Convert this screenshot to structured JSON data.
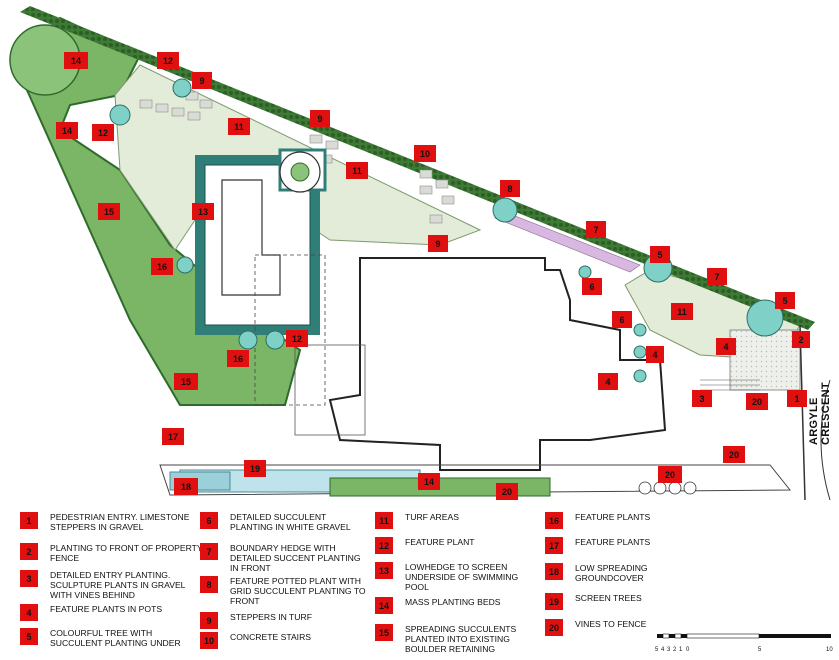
{
  "street": {
    "name": "ARGYLE CRESCENT"
  },
  "markers": [
    {
      "num": "14"
    },
    {
      "num": "12"
    },
    {
      "num": "9"
    },
    {
      "num": "14"
    },
    {
      "num": "12"
    },
    {
      "num": "11"
    },
    {
      "num": "9"
    },
    {
      "num": "10"
    },
    {
      "num": "11"
    },
    {
      "num": "8"
    },
    {
      "num": "15"
    },
    {
      "num": "13"
    },
    {
      "num": "7"
    },
    {
      "num": "9"
    },
    {
      "num": "5"
    },
    {
      "num": "16"
    },
    {
      "num": "7"
    },
    {
      "num": "6"
    },
    {
      "num": "11"
    },
    {
      "num": "5"
    },
    {
      "num": "6"
    },
    {
      "num": "2"
    },
    {
      "num": "12"
    },
    {
      "num": "16"
    },
    {
      "num": "4"
    },
    {
      "num": "4"
    },
    {
      "num": "15"
    },
    {
      "num": "4"
    },
    {
      "num": "3"
    },
    {
      "num": "20"
    },
    {
      "num": "1"
    },
    {
      "num": "17"
    },
    {
      "num": "19"
    },
    {
      "num": "20"
    },
    {
      "num": "18"
    },
    {
      "num": "14"
    },
    {
      "num": "20"
    },
    {
      "num": "20"
    }
  ],
  "legend": {
    "items": [
      {
        "num": "1",
        "text": "Pedestrian entry. Limestone steppers in gravel"
      },
      {
        "num": "2",
        "text": "Planting to front of property fence"
      },
      {
        "num": "3",
        "text": "Detailed entry planting. Sculpture plants in gravel with vines behind"
      },
      {
        "num": "4",
        "text": "Feature plants in pots"
      },
      {
        "num": "5",
        "text": "Colourful tree with succulent planting under"
      },
      {
        "num": "6",
        "text": "Detailed succulent planting in white gravel"
      },
      {
        "num": "7",
        "text": "Boundary hedge with detailed succent planting in front"
      },
      {
        "num": "8",
        "text": "Feature potted plant with grid succulent planting to front"
      },
      {
        "num": "9",
        "text": "Steppers in turf"
      },
      {
        "num": "10",
        "text": "Concrete stairs"
      },
      {
        "num": "11",
        "text": "Turf areas"
      },
      {
        "num": "12",
        "text": "Feature plant"
      },
      {
        "num": "13",
        "text": "Lowhedge to screen underside of swimming pool"
      },
      {
        "num": "14",
        "text": "Mass planting beds"
      },
      {
        "num": "15",
        "text": "Spreading succulents planted into existing boulder retaining"
      },
      {
        "num": "16",
        "text": "Feature plants"
      },
      {
        "num": "17",
        "text": "Feature plants"
      },
      {
        "num": "18",
        "text": "Low spreading groundcover"
      },
      {
        "num": "19",
        "text": "Screen trees"
      },
      {
        "num": "20",
        "text": "Vines to fence"
      }
    ]
  },
  "scale": {
    "labels": [
      "5",
      "4",
      "3",
      "2",
      "1",
      "0",
      "5",
      "10"
    ]
  }
}
